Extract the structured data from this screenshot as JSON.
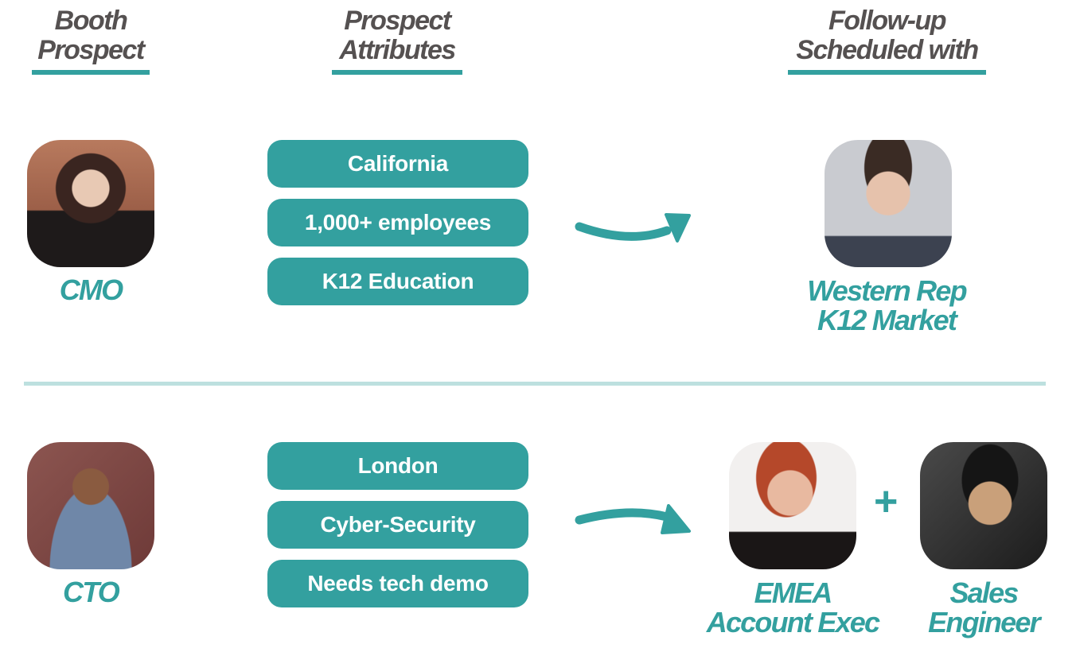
{
  "headers": {
    "booth_prospect": [
      "Booth",
      "Prospect"
    ],
    "prospect_attributes": [
      "Prospect",
      "Attributes"
    ],
    "follow_up": [
      "Follow-up",
      "Scheduled with"
    ]
  },
  "rows": [
    {
      "prospect_role": "CMO",
      "attributes": [
        "California",
        "1,000+ employees",
        "K12 Education"
      ],
      "follow_ups": [
        {
          "lines": [
            "Western Rep",
            "K12 Market"
          ]
        }
      ]
    },
    {
      "prospect_role": "CTO",
      "attributes": [
        "London",
        "Cyber-Security",
        "Needs tech demo"
      ],
      "follow_ups": [
        {
          "lines": [
            "EMEA",
            "Account Exec"
          ]
        },
        {
          "lines": [
            "Sales",
            "Engineer"
          ]
        }
      ],
      "joiner": "+"
    }
  ],
  "colors": {
    "accent": "#33a09f",
    "heading": "#555151",
    "divider": "#bde0df"
  }
}
